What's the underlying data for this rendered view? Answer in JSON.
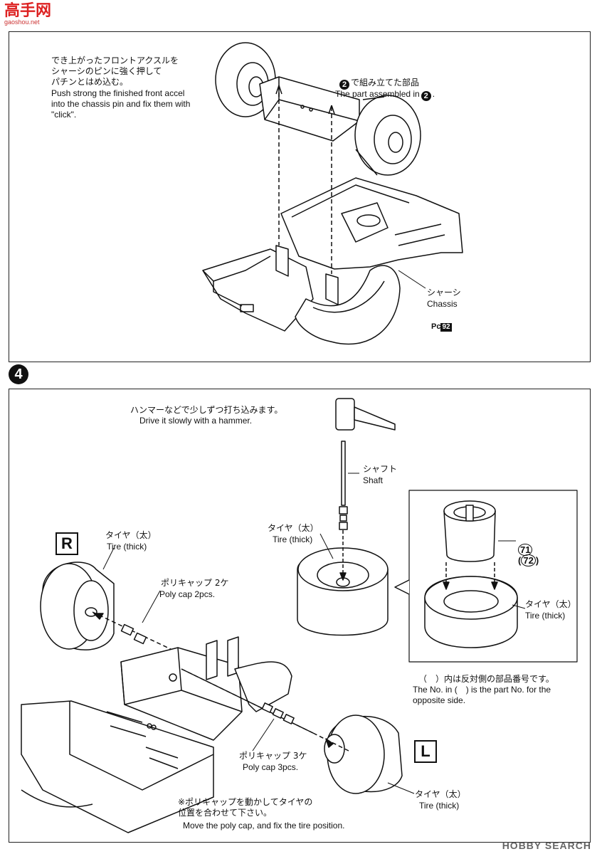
{
  "watermark": {
    "logo": "高手网",
    "sub": "gaoshou.net",
    "footer": "HOBBY SEARCH"
  },
  "step3": {
    "instruction_jp": "でき上がったフロントアクスルを\nシャーシのピンに強く押して\nパチンとはめ込む。",
    "instruction_en": "Push strong the finished front accel\ninto the chassis pin and fix them with\n\"click\".",
    "assembled_jp": "で組み立てた部品",
    "assembled_en": "The part assembled in",
    "assembled_step": "2",
    "chassis_jp": "シャーシ",
    "chassis_en": "Chassis",
    "chassis_ref_prefix": "Pc",
    "chassis_ref": "92"
  },
  "step4": {
    "number": "4",
    "hammer_jp": "ハンマーなどで少しずつ打ち込みます。",
    "hammer_en": "Drive it slowly with a hammer.",
    "shaft_jp": "シャフト",
    "shaft_en": "Shaft",
    "tire_center_jp": "タイヤ（太）",
    "tire_center_en": "Tire (thick)",
    "inset_part": "71",
    "inset_part_alt": "72",
    "inset_tire_jp": "タイヤ（太）",
    "inset_tire_en": "Tire (thick)",
    "note_jp": "（　）内は反対側の部品番号です。",
    "note_en": "The No. in (　) is the part No. for the\nopposite side.",
    "right_label": "R",
    "left_label": "L",
    "tire_r_jp": "タイヤ（太）",
    "tire_r_en": "Tire (thick)",
    "polycap2_jp": "ポリキャップ 2ケ",
    "polycap2_en": "Poly cap 2pcs.",
    "polycap3_jp": "ポリキャップ 3ケ",
    "polycap3_en": "Poly cap 3pcs.",
    "tire_l_jp": "タイヤ（太）",
    "tire_l_en": "Tire (thick)",
    "footnote_jp": "※ポリキャップを動かしてタイヤの\n位置を合わせて下さい。",
    "footnote_en": "Move the poly cap, and fix the tire position."
  }
}
